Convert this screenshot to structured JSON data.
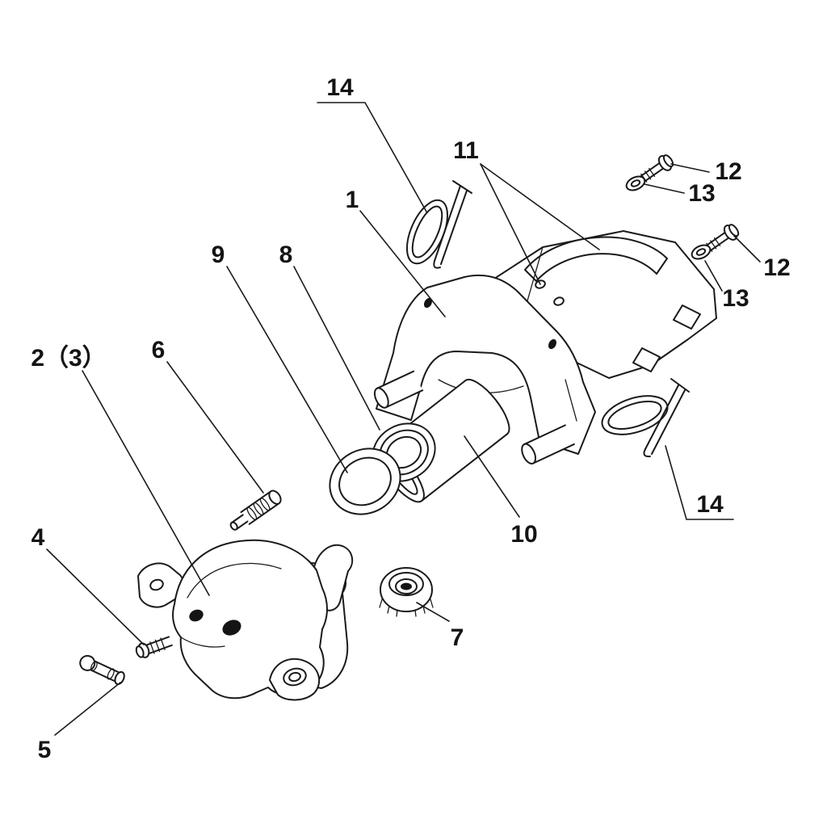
{
  "diagram": {
    "background_color": "#ffffff",
    "line_color": "#1a1a1a",
    "labels": {
      "part14_top": "14",
      "part11": "11",
      "part12_upper": "12",
      "part13_upper": "13",
      "part1": "1",
      "part12_lower": "12",
      "part13_lower": "13",
      "part9": "9",
      "part8": "8",
      "part2_3": "2（3）",
      "part6": "6",
      "part4": "4",
      "part10": "10",
      "part14_right": "14",
      "part7": "7",
      "part5": "5"
    }
  }
}
